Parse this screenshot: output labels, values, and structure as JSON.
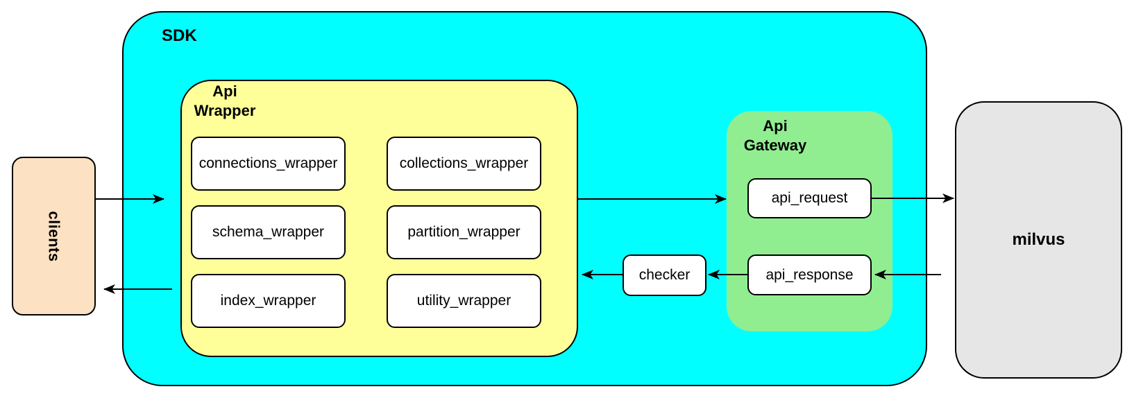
{
  "diagram": {
    "clients": {
      "label": "clients"
    },
    "sdk": {
      "label": "SDK",
      "api_wrapper": {
        "label": "Api Wrapper",
        "modules": [
          "connections_wrapper",
          "collections_wrapper",
          "schema_wrapper",
          "partition_wrapper",
          "index_wrapper",
          "utility_wrapper"
        ]
      },
      "checker": {
        "label": "checker"
      },
      "api_gateway": {
        "label": "Api Gateway",
        "request": "api_request",
        "response": "api_response"
      }
    },
    "milvus": {
      "label": "milvus"
    },
    "edges": [
      {
        "from": "clients",
        "to": "sdk"
      },
      {
        "from": "api_wrapper",
        "to": "api_gateway"
      },
      {
        "from": "api_request",
        "to": "milvus"
      },
      {
        "from": "milvus",
        "to": "api_response"
      },
      {
        "from": "api_response",
        "to": "checker"
      },
      {
        "from": "checker",
        "to": "api_wrapper"
      },
      {
        "from": "sdk",
        "to": "clients"
      }
    ]
  },
  "colors": {
    "cyan": "#00ffff",
    "yellow": "#ffff99",
    "green": "#90ee90",
    "peach": "#fce1c2",
    "gray": "#e6e6e6",
    "stroke": "#000000"
  }
}
